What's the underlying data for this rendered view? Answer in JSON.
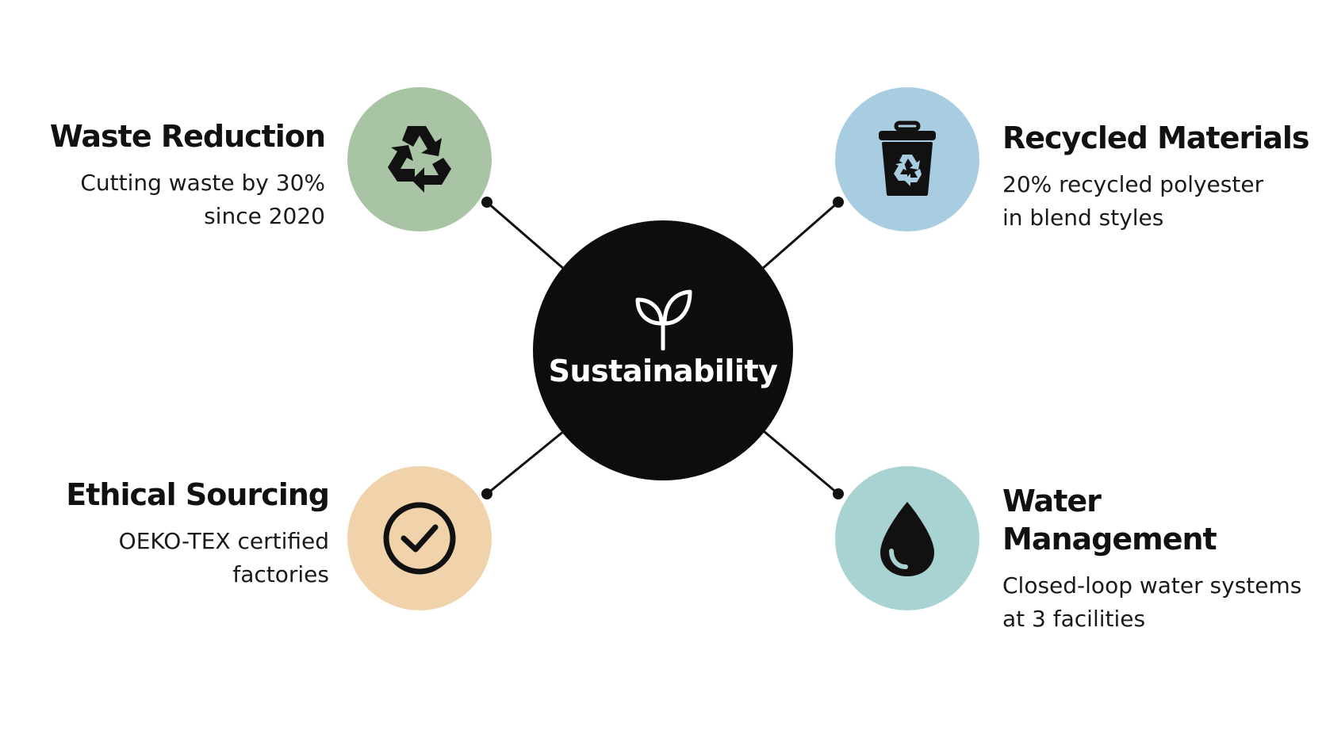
{
  "hub": {
    "label": "Sustainability",
    "icon": "sprout-icon",
    "color": "#0d0d0d"
  },
  "items": [
    {
      "key": "waste",
      "heading": "Waste Reduction",
      "description": "Cutting waste by 30%\nsince 2020",
      "icon": "recycle-icon",
      "color": "#a9c4a5"
    },
    {
      "key": "recycled",
      "heading": "Recycled Materials",
      "description": "20% recycled polyester\nin blend styles",
      "icon": "recycling-bin-icon",
      "color": "#a9cde0"
    },
    {
      "key": "ethical",
      "heading": "Ethical Sourcing",
      "description": "OEKO-TEX certified\nfactories",
      "icon": "check-circle-icon",
      "color": "#f0d3aa"
    },
    {
      "key": "water",
      "heading": "Water Management",
      "description": "Closed-loop water systems\nat 3 facilities",
      "icon": "water-drop-icon",
      "color": "#a9d3d3"
    }
  ]
}
